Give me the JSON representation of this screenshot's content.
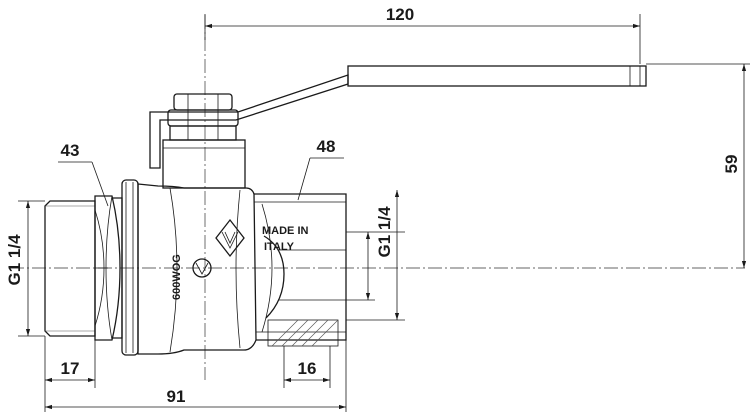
{
  "dimensions": {
    "handle_length": "120",
    "height": "59",
    "male_hex": "43",
    "female_hex": "48",
    "male_thread": "G1 1/4",
    "female_thread": "G1 1/4",
    "male_thread_length": "17",
    "female_thread_length": "16",
    "overall_length": "91"
  },
  "body_markings": {
    "pressure": "600WOG",
    "origin_line1": "MADE IN",
    "origin_line2": "ITALY"
  },
  "colors": {
    "ink": "#1a1a1a"
  }
}
